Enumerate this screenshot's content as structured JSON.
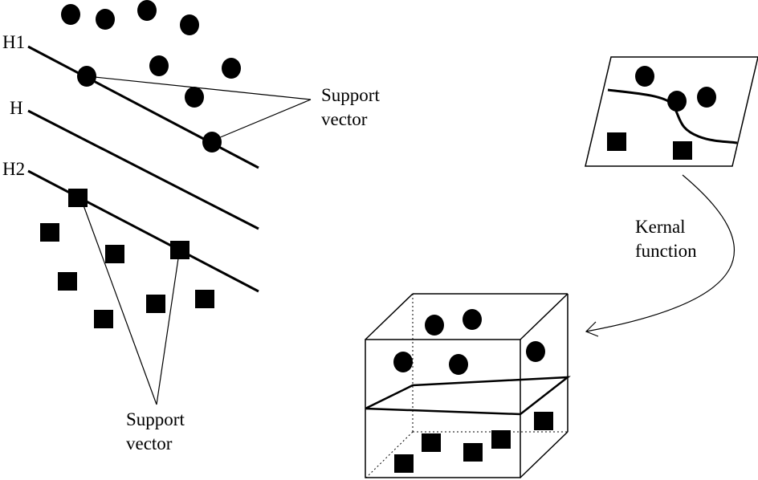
{
  "labels": {
    "h1": "H1",
    "h": "H",
    "h2": "H2",
    "support_top": [
      "Support",
      "vector"
    ],
    "support_bottom": [
      "Support",
      "vector"
    ],
    "kernel": [
      "Kernal",
      "function"
    ]
  },
  "colors": {
    "ink": "#000000",
    "background": "#ffffff"
  }
}
